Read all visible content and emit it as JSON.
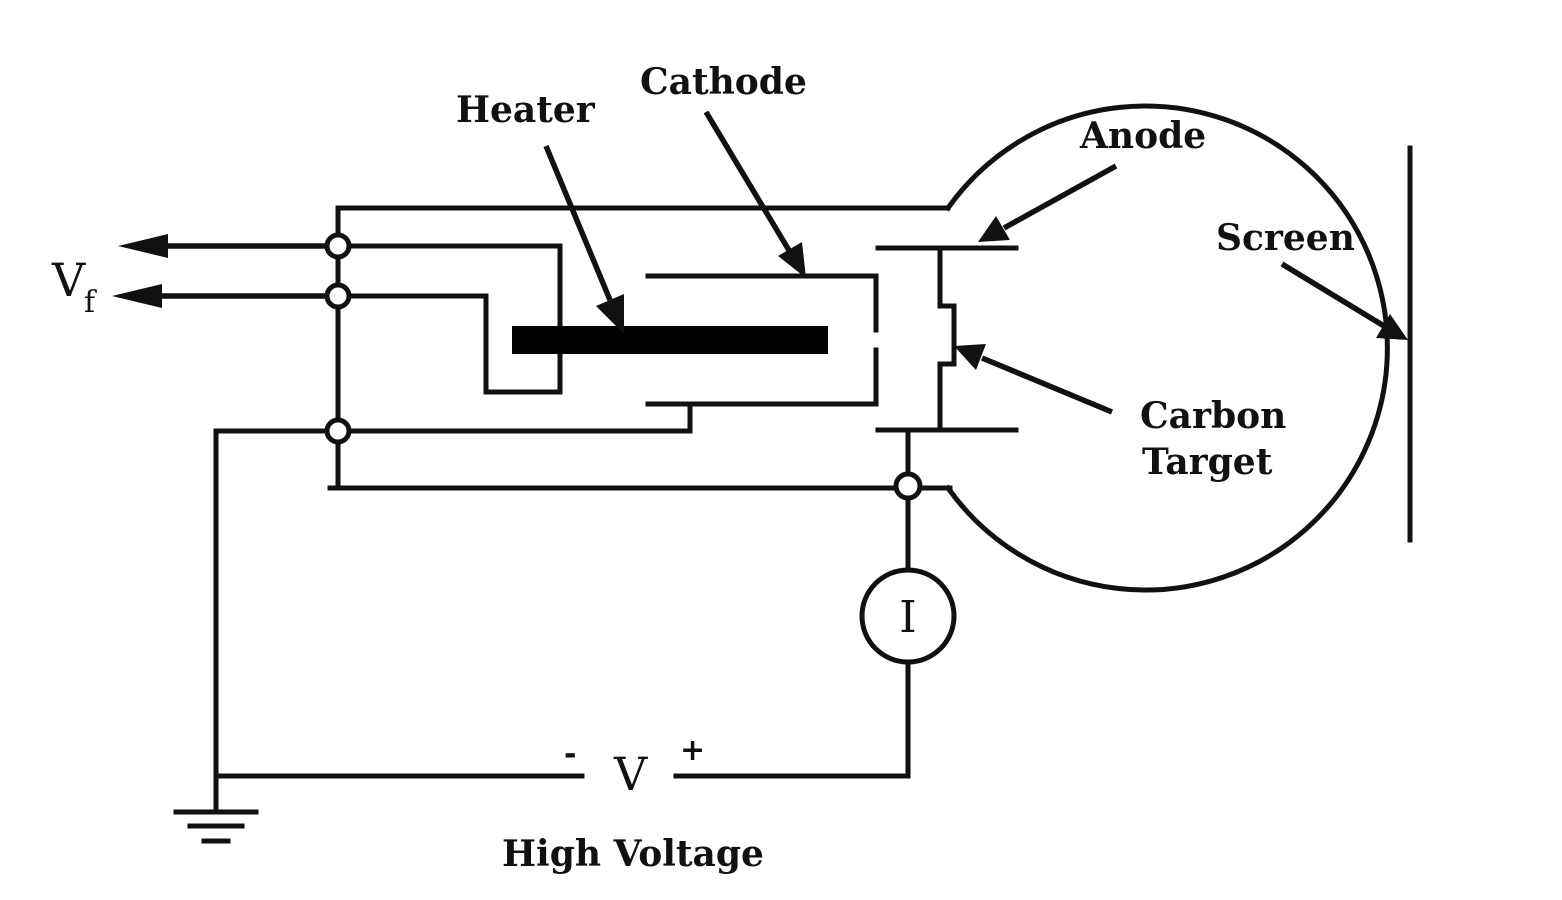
{
  "labels": {
    "heater": "Heater",
    "cathode": "Cathode",
    "anode": "Anode",
    "screen": "Screen",
    "carbon_target_line1": "Carbon",
    "carbon_target_line2": "Target",
    "vf_main": "V",
    "vf_sub": "f",
    "meter": "I",
    "voltage": "V",
    "minus_sign": "-",
    "plus_sign": "+",
    "high_voltage": "High Voltage"
  },
  "colors": {
    "ink": "#111111",
    "background": "#ffffff"
  }
}
